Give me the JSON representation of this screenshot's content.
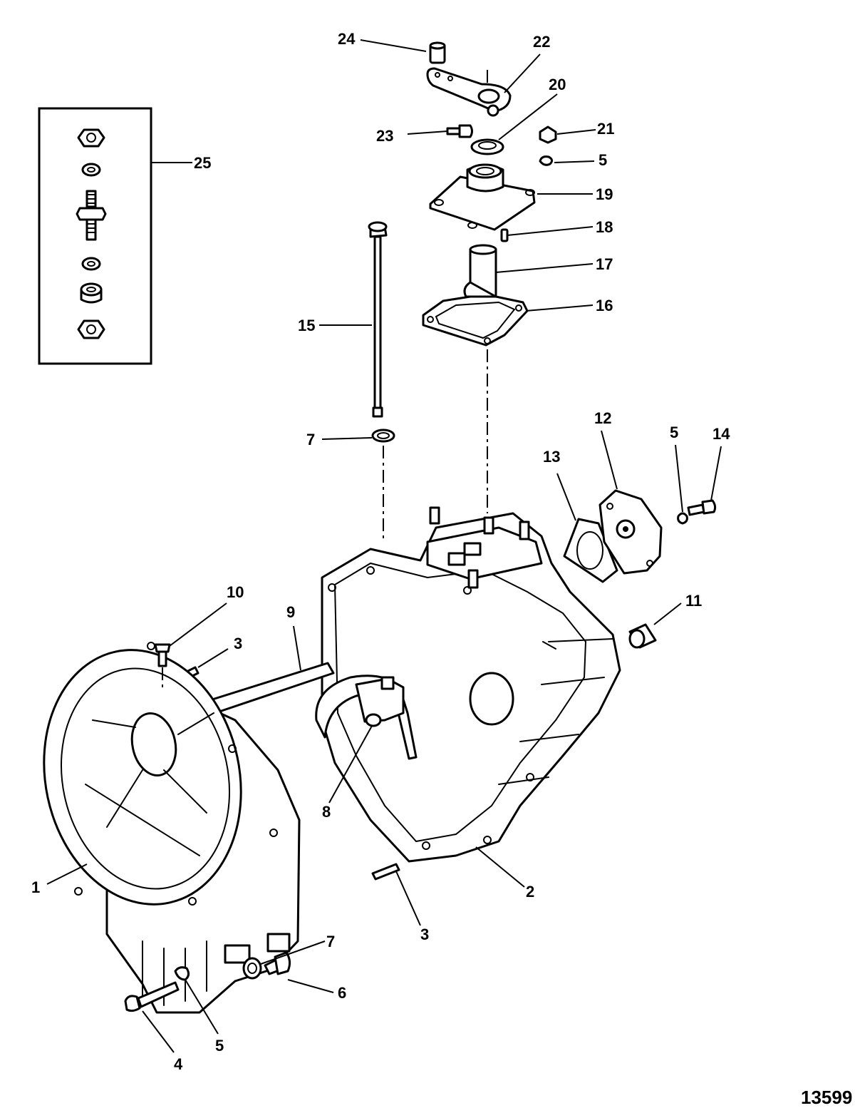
{
  "callouts": [
    {
      "id": "c24",
      "label": "24"
    },
    {
      "id": "c22",
      "label": "22"
    },
    {
      "id": "c20",
      "label": "20"
    },
    {
      "id": "c23",
      "label": "23"
    },
    {
      "id": "c21",
      "label": "21"
    },
    {
      "id": "c5a",
      "label": "5"
    },
    {
      "id": "c25",
      "label": "25"
    },
    {
      "id": "c19",
      "label": "19"
    },
    {
      "id": "c18",
      "label": "18"
    },
    {
      "id": "c17",
      "label": "17"
    },
    {
      "id": "c16",
      "label": "16"
    },
    {
      "id": "c15",
      "label": "15"
    },
    {
      "id": "c7a",
      "label": "7"
    },
    {
      "id": "c13",
      "label": "13"
    },
    {
      "id": "c12",
      "label": "12"
    },
    {
      "id": "c5b",
      "label": "5"
    },
    {
      "id": "c14",
      "label": "14"
    },
    {
      "id": "c10",
      "label": "10"
    },
    {
      "id": "c3a",
      "label": "3"
    },
    {
      "id": "c9",
      "label": "9"
    },
    {
      "id": "c11",
      "label": "11"
    },
    {
      "id": "c8",
      "label": "8"
    },
    {
      "id": "c1",
      "label": "1"
    },
    {
      "id": "c2",
      "label": "2"
    },
    {
      "id": "c3b",
      "label": "3"
    },
    {
      "id": "c7b",
      "label": "7"
    },
    {
      "id": "c6",
      "label": "6"
    },
    {
      "id": "c5c",
      "label": "5"
    },
    {
      "id": "c4",
      "label": "4"
    }
  ],
  "figure_number": "13599"
}
